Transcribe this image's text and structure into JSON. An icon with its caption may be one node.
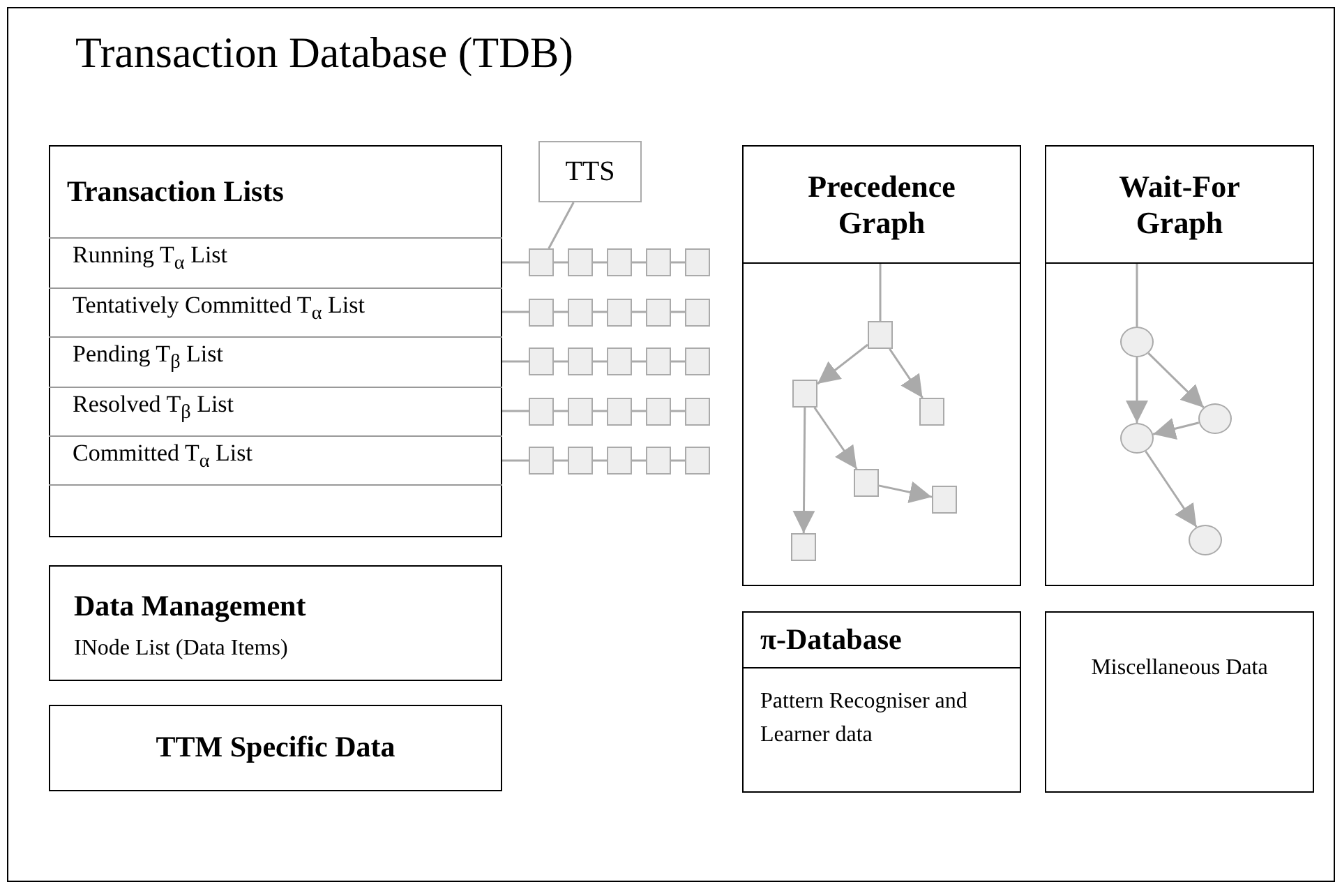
{
  "diagram": {
    "nodes": [
      {
        "text": [
          "Transaction Database (TDB)"
        ]
      },
      {
        "text": [
          "Transaction Lists"
        ],
        "in": 0
      },
      {
        "text": [
          "Running T$_{α}$ List"
        ],
        "in": 1
      },
      {
        "text": [
          "Tentatively Committed T$_{α}$ List"
        ],
        "in": 1
      },
      {
        "text": [
          "Pending T$_{β}$ List"
        ],
        "in": 1
      },
      {
        "text": [
          "Resolved T$_{β}$ List"
        ],
        "in": 1
      },
      {
        "text": [
          "Committed T$_{α}$ List"
        ],
        "in": 1
      },
      {
        "text": [
          "TTS"
        ],
        "in": 0
      },
      {
        "text": [],
        "shape": "box",
        "in": 0
      },
      {
        "text": [],
        "shape": "box",
        "in": 0
      },
      {
        "text": [],
        "shape": "box",
        "in": 0
      },
      {
        "text": [],
        "shape": "box",
        "in": 0
      },
      {
        "text": [],
        "shape": "box",
        "in": 0
      },
      {
        "text": [],
        "shape": "box",
        "in": 0
      },
      {
        "text": [],
        "shape": "box",
        "in": 0
      },
      {
        "text": [],
        "shape": "box",
        "in": 0
      },
      {
        "text": [],
        "shape": "box",
        "in": 0
      },
      {
        "text": [],
        "shape": "box",
        "in": 0
      },
      {
        "text": [],
        "shape": "box",
        "in": 0
      },
      {
        "text": [],
        "shape": "box",
        "in": 0
      },
      {
        "text": [],
        "shape": "box",
        "in": 0
      },
      {
        "text": [],
        "shape": "box",
        "in": 0
      },
      {
        "text": [],
        "shape": "box",
        "in": 0
      },
      {
        "text": [],
        "shape": "box",
        "in": 0
      },
      {
        "text": [],
        "shape": "box",
        "in": 0
      },
      {
        "text": [],
        "shape": "box",
        "in": 0
      },
      {
        "text": [],
        "shape": "box",
        "in": 0
      },
      {
        "text": [],
        "shape": "box",
        "in": 0
      },
      {
        "text": [],
        "shape": "box",
        "in": 0
      },
      {
        "text": [],
        "shape": "box",
        "in": 0
      },
      {
        "text": [],
        "shape": "box",
        "in": 0
      },
      {
        "text": [],
        "shape": "box",
        "in": 0
      },
      {
        "text": [],
        "shape": "box",
        "in": 0
      },
      {
        "text": [
          "Precedence Graph"
        ],
        "in": 0
      },
      {
        "text": [],
        "shape": "box",
        "in": 33
      },
      {
        "text": [],
        "shape": "box",
        "in": 33
      },
      {
        "text": [],
        "shape": "box",
        "in": 33
      },
      {
        "text": [],
        "shape": "box",
        "in": 33
      },
      {
        "text": [],
        "shape": "box",
        "in": 33
      },
      {
        "text": [],
        "shape": "box",
        "in": 33
      },
      {
        "text": [
          "Wait-For Graph"
        ],
        "in": 0
      },
      {
        "text": [],
        "shape": "circle",
        "in": 40
      },
      {
        "text": [],
        "shape": "circle",
        "in": 40
      },
      {
        "text": [],
        "shape": "circle",
        "in": 40
      },
      {
        "text": [],
        "shape": "circle",
        "in": 40
      },
      {
        "text": [
          "Data Management",
          "INode List (Data Items)"
        ],
        "in": 0
      },
      {
        "text": [
          "TTM Specific Data"
        ],
        "in": 0
      },
      {
        "text": [
          "π-Database",
          "Pattern Recogniser and Learner data"
        ],
        "in": 0
      },
      {
        "text": [
          "Miscellaneous Data"
        ],
        "in": 0
      }
    ],
    "edges": [
      {
        "from": 2,
        "to": 8,
        "arrow": "none"
      },
      {
        "from": 8,
        "to": 9,
        "arrow": "none"
      },
      {
        "from": 9,
        "to": 10,
        "arrow": "none"
      },
      {
        "from": 10,
        "to": 11,
        "arrow": "none"
      },
      {
        "from": 11,
        "to": 12,
        "arrow": "none"
      },
      {
        "from": 3,
        "to": 13,
        "arrow": "none"
      },
      {
        "from": 13,
        "to": 14,
        "arrow": "none"
      },
      {
        "from": 14,
        "to": 15,
        "arrow": "none"
      },
      {
        "from": 15,
        "to": 16,
        "arrow": "none"
      },
      {
        "from": 16,
        "to": 17,
        "arrow": "none"
      },
      {
        "from": 4,
        "to": 18,
        "arrow": "none"
      },
      {
        "from": 18,
        "to": 19,
        "arrow": "none"
      },
      {
        "from": 19,
        "to": 20,
        "arrow": "none"
      },
      {
        "from": 20,
        "to": 21,
        "arrow": "none"
      },
      {
        "from": 21,
        "to": 22,
        "arrow": "none"
      },
      {
        "from": 5,
        "to": 23,
        "arrow": "none"
      },
      {
        "from": 23,
        "to": 24,
        "arrow": "none"
      },
      {
        "from": 24,
        "to": 25,
        "arrow": "none"
      },
      {
        "from": 25,
        "to": 26,
        "arrow": "none"
      },
      {
        "from": 26,
        "to": 27,
        "arrow": "none"
      },
      {
        "from": 6,
        "to": 28,
        "arrow": "none"
      },
      {
        "from": 28,
        "to": 29,
        "arrow": "none"
      },
      {
        "from": 29,
        "to": 30,
        "arrow": "none"
      },
      {
        "from": 30,
        "to": 31,
        "arrow": "none"
      },
      {
        "from": 31,
        "to": 32,
        "arrow": "none"
      },
      {
        "from": 7,
        "to": 8,
        "arrow": "none"
      },
      {
        "from": null,
        "to": 34,
        "arrow": "none"
      },
      {
        "from": 34,
        "to": 35,
        "arrow": "to"
      },
      {
        "from": 34,
        "to": 36,
        "arrow": "to"
      },
      {
        "from": 35,
        "to": 39,
        "arrow": "to"
      },
      {
        "from": 35,
        "to": 37,
        "arrow": "to"
      },
      {
        "from": 37,
        "to": 38,
        "arrow": "to"
      },
      {
        "from": null,
        "to": 41,
        "arrow": "none"
      },
      {
        "from": 41,
        "to": 43,
        "arrow": "to"
      },
      {
        "from": 41,
        "to": 42,
        "arrow": "to"
      },
      {
        "from": 42,
        "to": 43,
        "arrow": "to"
      },
      {
        "from": 43,
        "to": 44,
        "arrow": "to"
      }
    ]
  }
}
